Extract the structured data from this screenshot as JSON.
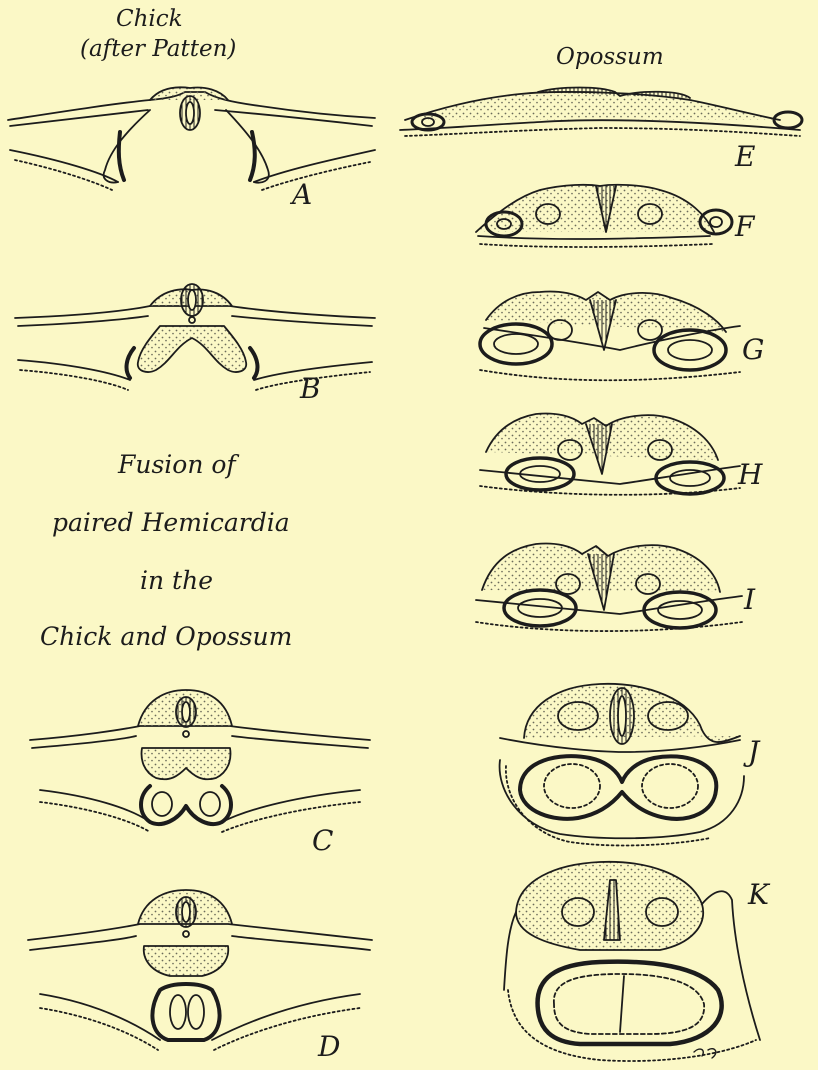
{
  "headings": {
    "chick_title_line1": "Chick",
    "chick_title_line2": "(after Patten)",
    "opossum_title": "Opossum"
  },
  "caption": {
    "line1": "Fusion of",
    "line2": "paired Hemicardia",
    "line3": "in the",
    "line4": "Chick and Opossum"
  },
  "panel_labels": {
    "A": "A",
    "B": "B",
    "C": "C",
    "D": "D",
    "E": "E",
    "F": "F",
    "G": "G",
    "H": "H",
    "I": "I",
    "J": "J",
    "K": "K"
  },
  "colors": {
    "background": "#fbf8c6",
    "ink": "#1c1c1c",
    "stipple": "#6b6b5a"
  }
}
